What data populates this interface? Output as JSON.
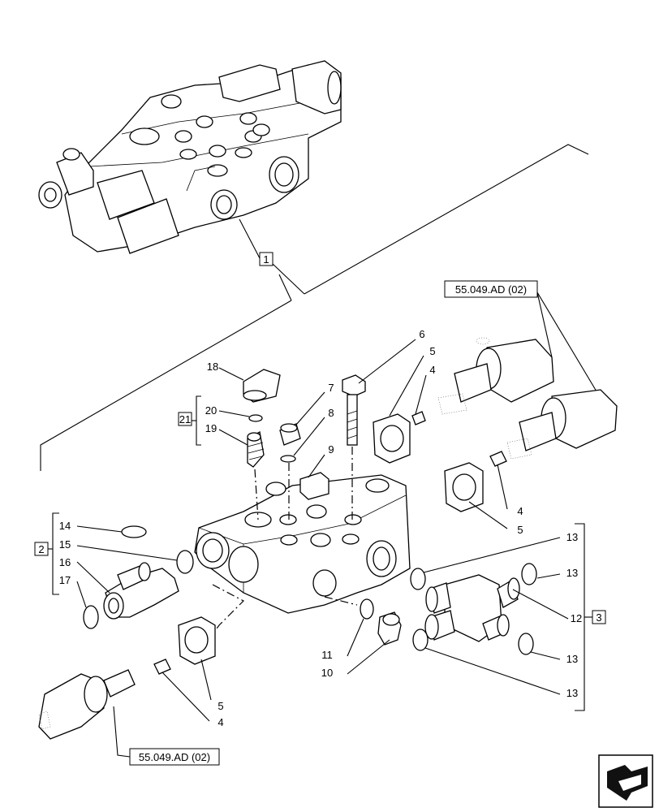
{
  "callouts": {
    "n1": "1",
    "n2": "2",
    "n3": "3",
    "n4a": "4",
    "n4b": "4",
    "n4c": "4",
    "n5a": "5",
    "n5b": "5",
    "n5c": "5",
    "n6": "6",
    "n7": "7",
    "n8": "8",
    "n9": "9",
    "n10": "10",
    "n11": "11",
    "n12": "12",
    "n13a": "13",
    "n13b": "13",
    "n13c": "13",
    "n13d": "13",
    "n14": "14",
    "n15": "15",
    "n16": "16",
    "n17": "17",
    "n18": "18",
    "n19": "19",
    "n20": "20",
    "n21": "21"
  },
  "references": {
    "top_right": "55.049.AD (02)",
    "bottom_left": "55.049.AD (02)"
  },
  "icons": {
    "nav": "navigation-arrow-icon"
  }
}
